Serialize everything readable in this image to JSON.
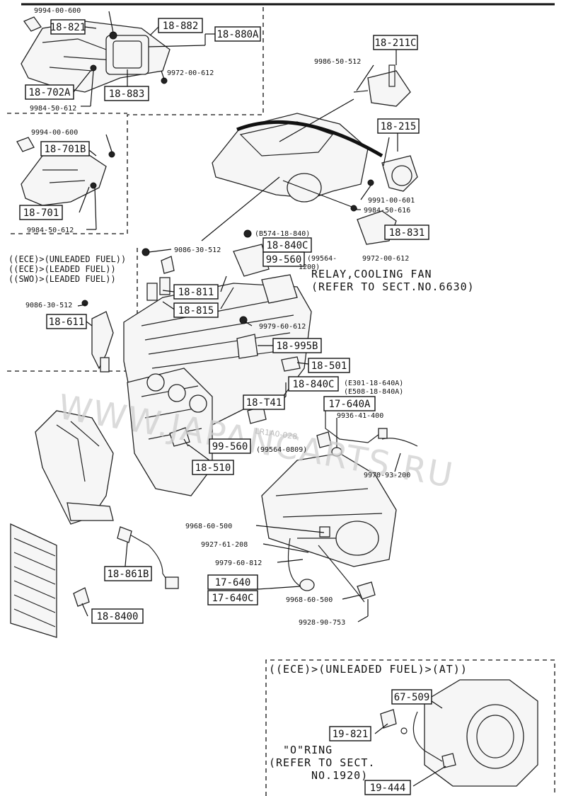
{
  "boxed_labels": [
    "18-821",
    "18-882",
    "18-880A",
    "18-883",
    "18-702A",
    "18-211C",
    "18-215",
    "18-701B",
    "18-701",
    "18-840C",
    "99-560",
    "18-831",
    "18-811",
    "18-815",
    "18-611",
    "18-995B",
    "18-501",
    "18-840C",
    "18-T41",
    "17-640A",
    "99-560",
    "18-510",
    "18-861B",
    "17-640",
    "17-640C",
    "18-8400",
    "67-509",
    "19-821",
    "19-444"
  ],
  "plain_labels": [
    "9994-00-600",
    "9972-00-612",
    "9984-50-612",
    "9986-50-512",
    "9994-00-600",
    "9991-00-601",
    "9984-50-616",
    "9984-50-612",
    "9086-30-512",
    "(B574-18-840)",
    "(99564-",
    "1200)",
    "9972-00-612",
    "9086-30-512",
    "9979-60-612",
    "(E301-18-640A)",
    "(E508-18-840A)",
    "9936-41-400",
    "(99564-0809)",
    "9970-93-200",
    "9968-60-500",
    "9927-61-208",
    "9979-60-812",
    "9968-60-500",
    "9928-90-753"
  ],
  "notes": {
    "relay_line1": "RELAY,COOLING FAN",
    "relay_line2": "(REFER TO SECT.NO.6630)",
    "cond_line1": "((ECE)>(UNLEADED FUEL))",
    "cond_line2": "((ECE)>(LEADED FUEL))",
    "cond_line3": "((SWO)>(LEADED FUEL))",
    "inset_title": "((ECE)>(UNLEADED FUEL)>(AT))",
    "oring_line1": "\"O\"RING",
    "oring_line2": "(REFER TO SECT.",
    "oring_line3": "NO.1920)"
  },
  "watermark": {
    "main": "WWW.JAPANCARTS.RU",
    "small": "LR1A0-028"
  }
}
